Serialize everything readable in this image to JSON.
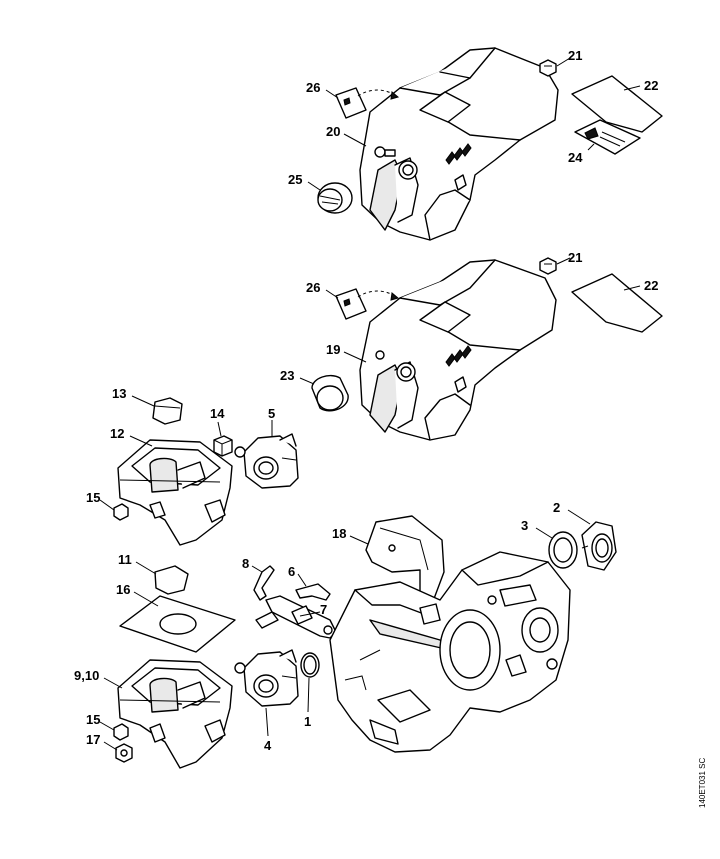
{
  "diagram": {
    "image_code": "140ET031 SC",
    "callouts": {
      "c21a": "21",
      "c22a": "22",
      "c24": "24",
      "c26a": "26",
      "c20": "20",
      "c25": "25",
      "c21b": "21",
      "c22b": "22",
      "c26b": "26",
      "c19": "19",
      "c23": "23",
      "c13": "13",
      "c14": "14",
      "c5": "5",
      "c12": "12",
      "c15a": "15",
      "c2": "2",
      "c3": "3",
      "c18": "18",
      "c8": "8",
      "c6": "6",
      "c11": "11",
      "c16": "16",
      "c7": "7",
      "c910": "9,10",
      "c1": "1",
      "c15b": "15",
      "c4": "4",
      "c17": "17"
    }
  }
}
